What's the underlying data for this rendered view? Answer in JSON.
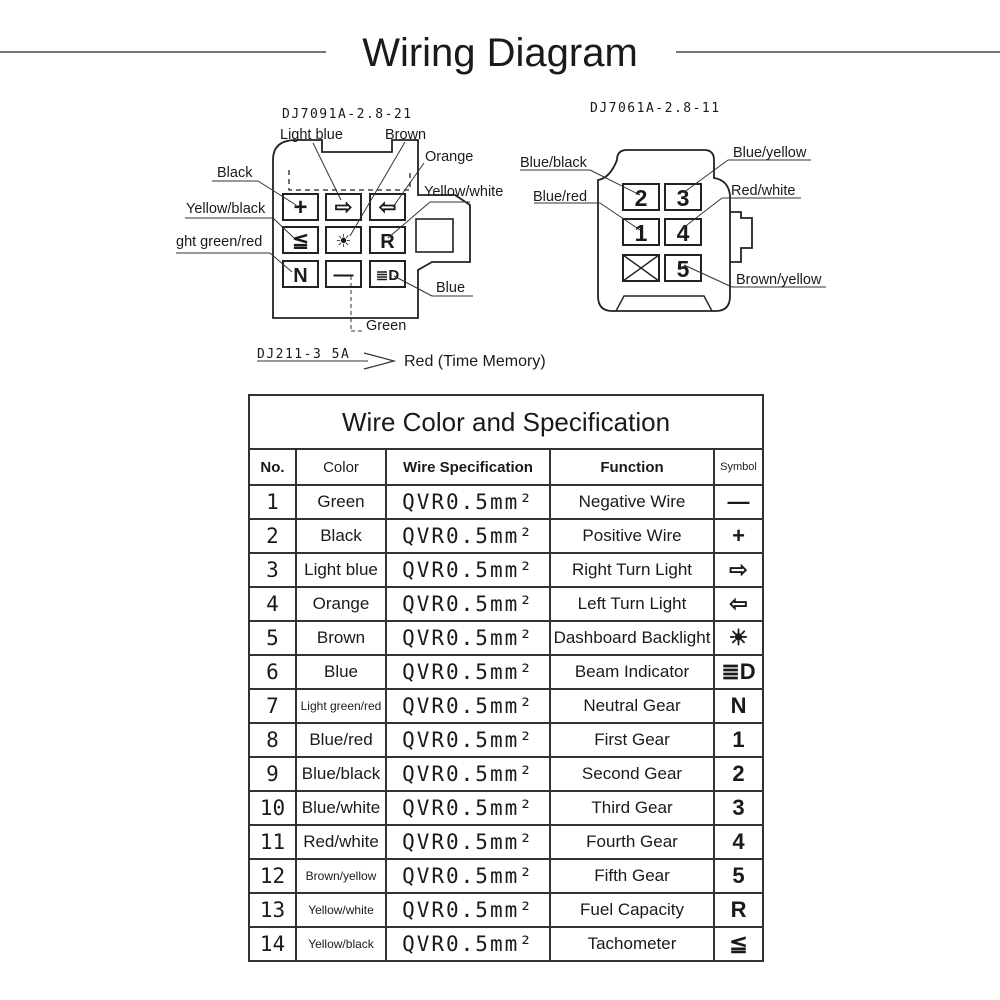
{
  "title": "Wiring Diagram",
  "connector_a": {
    "part": "DJ7091A-2.8-21",
    "labels": {
      "light_blue": "Light blue",
      "brown": "Brown",
      "orange": "Orange",
      "black": "Black",
      "yellow_white": "Yellow/white",
      "yellow_black": "Yellow/black",
      "light_green_red": "ght green/red",
      "blue": "Blue",
      "green": "Green"
    },
    "pins": {
      "plus": "+",
      "right_arrow": "⇨",
      "left_arrow": "⇦",
      "wavy": "≦",
      "sun": "☀",
      "r": "R",
      "n": "N",
      "minus": "—",
      "beam": "≣D"
    }
  },
  "connector_b": {
    "part": "DJ7061A-2.8-11",
    "labels": {
      "blue_black": "Blue/black",
      "blue_red": "Blue/red",
      "blue_yellow": "Blue/yellow",
      "red_white": "Red/white",
      "brown_yellow": "Brown/yellow"
    },
    "pins": {
      "p1": "1",
      "p2": "2",
      "p3": "3",
      "p4": "4",
      "p5": "5"
    }
  },
  "fuse": {
    "part": "DJ211-3 5A",
    "label": "Red (Time Memory)"
  },
  "table": {
    "caption": "Wire Color and Specification",
    "headers": {
      "no": "No.",
      "color": "Color",
      "spec": "Wire Specification",
      "function": "Function",
      "symbol": "Symbol"
    },
    "rows": [
      {
        "no": "1",
        "color": "Green",
        "spec": "QVR0.5mm²",
        "function": "Negative Wire",
        "symbol": "—"
      },
      {
        "no": "2",
        "color": "Black",
        "spec": "QVR0.5mm²",
        "function": "Positive Wire",
        "symbol": "+"
      },
      {
        "no": "3",
        "color": "Light blue",
        "spec": "QVR0.5mm²",
        "function": "Right Turn Light",
        "symbol": "⇨"
      },
      {
        "no": "4",
        "color": "Orange",
        "spec": "QVR0.5mm²",
        "function": "Left Turn Light",
        "symbol": "⇦"
      },
      {
        "no": "5",
        "color": "Brown",
        "spec": "QVR0.5mm²",
        "function": "Dashboard Backlight",
        "symbol": "☀"
      },
      {
        "no": "6",
        "color": "Blue",
        "spec": "QVR0.5mm²",
        "function": "Beam Indicator",
        "symbol": "≣D"
      },
      {
        "no": "7",
        "color": "Light green/red",
        "spec": "QVR0.5mm²",
        "function": "Neutral Gear",
        "symbol": "N"
      },
      {
        "no": "8",
        "color": "Blue/red",
        "spec": "QVR0.5mm²",
        "function": "First Gear",
        "symbol": "1"
      },
      {
        "no": "9",
        "color": "Blue/black",
        "spec": "QVR0.5mm²",
        "function": "Second Gear",
        "symbol": "2"
      },
      {
        "no": "10",
        "color": "Blue/white",
        "spec": "QVR0.5mm²",
        "function": "Third Gear",
        "symbol": "3"
      },
      {
        "no": "11",
        "color": "Red/white",
        "spec": "QVR0.5mm²",
        "function": "Fourth Gear",
        "symbol": "4"
      },
      {
        "no": "12",
        "color": "Brown/yellow",
        "spec": "QVR0.5mm²",
        "function": "Fifth Gear",
        "symbol": "5"
      },
      {
        "no": "13",
        "color": "Yellow/white",
        "spec": "QVR0.5mm²",
        "function": "Fuel Capacity",
        "symbol": "R"
      },
      {
        "no": "14",
        "color": "Yellow/black",
        "spec": "QVR0.5mm²",
        "function": "Tachometer",
        "symbol": "≦"
      }
    ]
  }
}
